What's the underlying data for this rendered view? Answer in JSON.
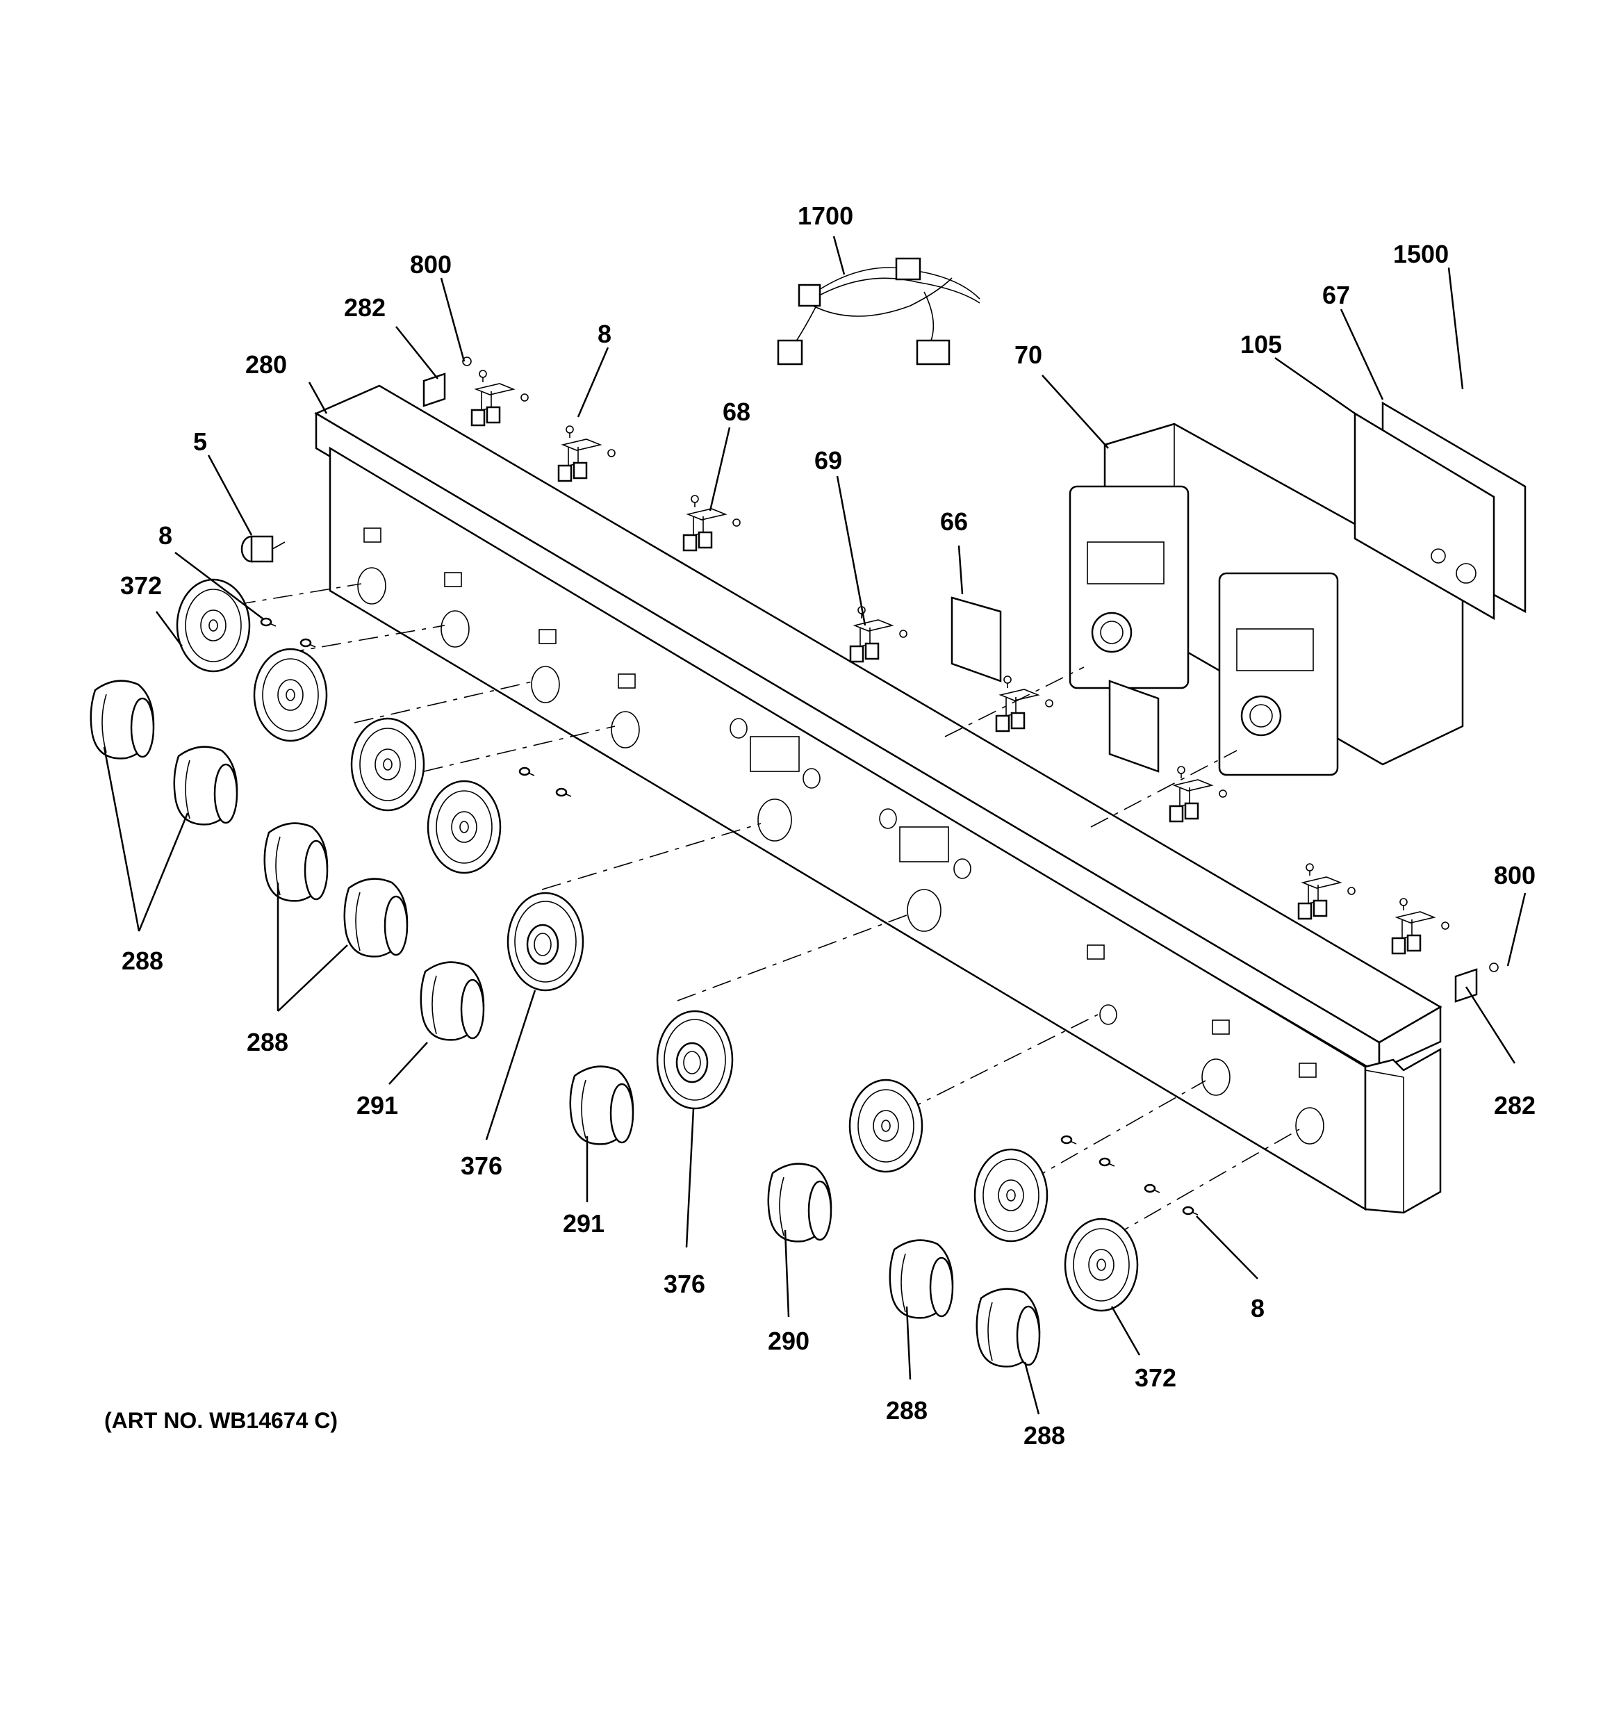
{
  "diagram": {
    "art_number": "(ART NO. WB14674 C)",
    "callouts": [
      {
        "id": "c1700",
        "text": "1700"
      },
      {
        "id": "c800a",
        "text": "800"
      },
      {
        "id": "c1500",
        "text": "1500"
      },
      {
        "id": "c282a",
        "text": "282"
      },
      {
        "id": "c8a",
        "text": "8"
      },
      {
        "id": "c67",
        "text": "67"
      },
      {
        "id": "c280",
        "text": "280"
      },
      {
        "id": "c70",
        "text": "70"
      },
      {
        "id": "c105",
        "text": "105"
      },
      {
        "id": "c68",
        "text": "68"
      },
      {
        "id": "c5",
        "text": "5"
      },
      {
        "id": "c69",
        "text": "69"
      },
      {
        "id": "c66",
        "text": "66"
      },
      {
        "id": "c8b",
        "text": "8"
      },
      {
        "id": "c372a",
        "text": "372"
      },
      {
        "id": "c288a",
        "text": "288"
      },
      {
        "id": "c288b",
        "text": "288"
      },
      {
        "id": "c800b",
        "text": "800"
      },
      {
        "id": "c282b",
        "text": "282"
      },
      {
        "id": "c291a",
        "text": "291"
      },
      {
        "id": "c376a",
        "text": "376"
      },
      {
        "id": "c291b",
        "text": "291"
      },
      {
        "id": "c376b",
        "text": "376"
      },
      {
        "id": "c290",
        "text": "290"
      },
      {
        "id": "c8c",
        "text": "8"
      },
      {
        "id": "c372b",
        "text": "372"
      },
      {
        "id": "c288c",
        "text": "288"
      },
      {
        "id": "c288d",
        "text": "288"
      }
    ]
  }
}
